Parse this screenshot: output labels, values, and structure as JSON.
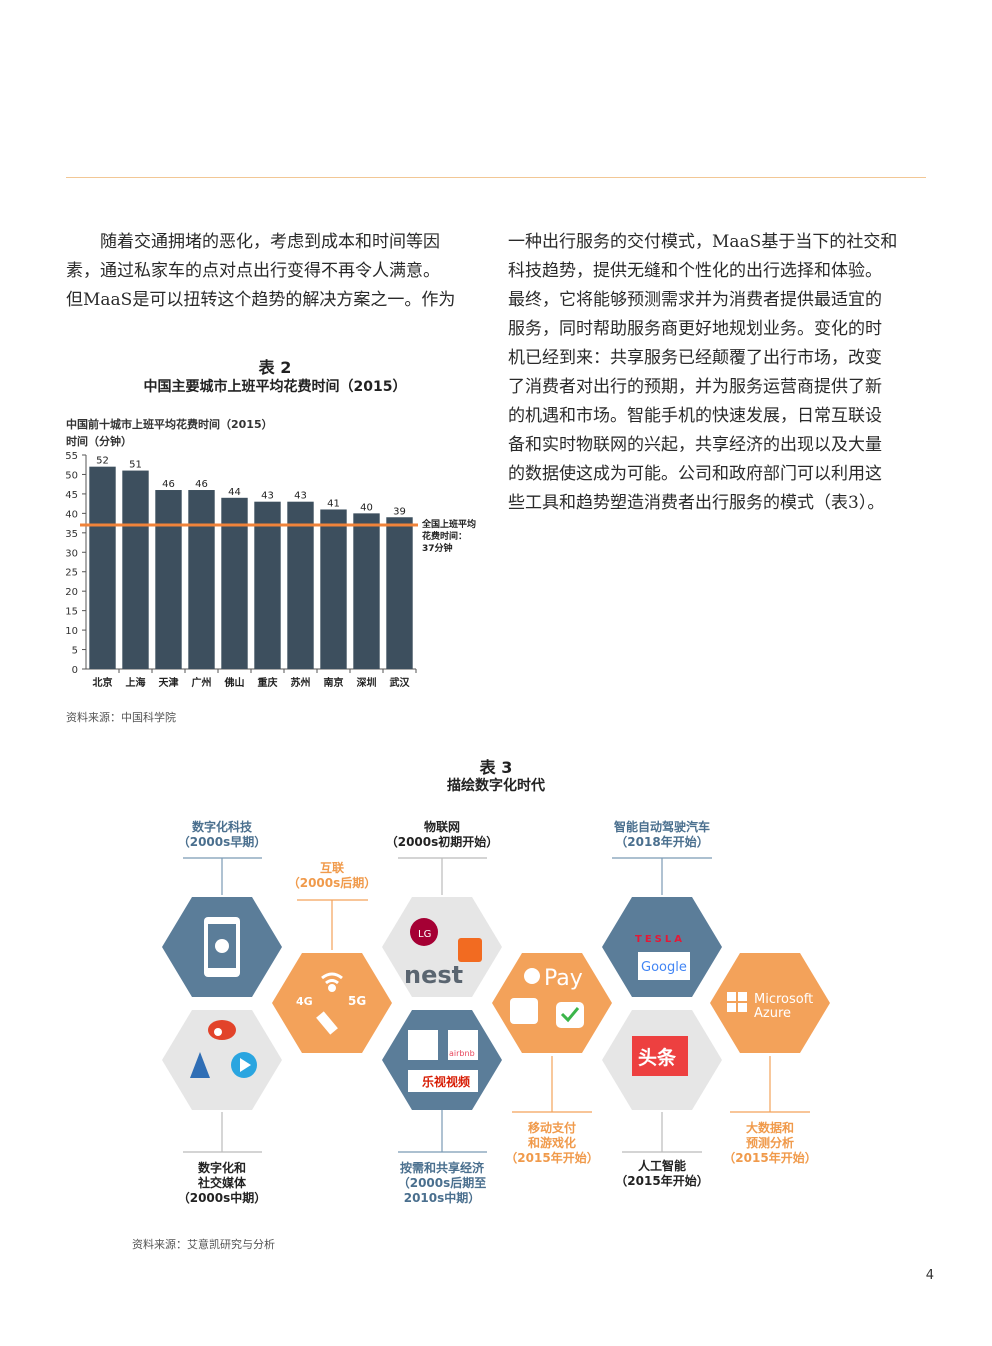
{
  "paragraphs": {
    "left": [
      "随着交通拥堵的恶化，考虑到成本和时间等因",
      "素，通过私家车的点对点出行变得不再令人满意。",
      "但MaaS是可以扭转这个趋势的解决方案之一。作为"
    ],
    "right": [
      "一种出行服务的交付模式，MaaS基于当下的社交和",
      "科技趋势，提供无缝和个性化的出行选择和体验。",
      "最终，它将能够预测需求并为消费者提供最适宜的",
      "服务，同时帮助服务商更好地规划业务。变化的时",
      "机已经到来：共享服务已经颠覆了出行市场，改变",
      "了消费者对出行的预期，并为服务运营商提供了新",
      "的机遇和市场。智能手机的快速发展，日常互联设",
      "备和实时物联网的兴起，共享经济的出现以及大量",
      "的数据使这成为可能。公司和政府部门可以利用这",
      "些工具和趋势塑造消费者出行服务的模式（表3）。"
    ]
  },
  "table2": {
    "number": "表 2",
    "title": "中国主要城市上班平均花费时间（2015）",
    "source": "资料来源：中国科学院"
  },
  "chart_data": {
    "type": "bar",
    "title": "中国前十城市上班平均花费时间（2015）",
    "ylabel": "时间（分钟）",
    "xlabel": "",
    "categories": [
      "北京",
      "上海",
      "天津",
      "广州",
      "佛山",
      "重庆",
      "苏州",
      "南京",
      "深圳",
      "武汉"
    ],
    "values": [
      52,
      51,
      46,
      46,
      44,
      43,
      43,
      41,
      40,
      39
    ],
    "ylim": [
      0,
      55
    ],
    "yticks": [
      0,
      5,
      10,
      15,
      20,
      25,
      30,
      35,
      40,
      45,
      50,
      55
    ],
    "grid": false,
    "reference_line": {
      "value": 37,
      "label_lines": [
        "全国上班平均",
        "花费时间：",
        "37分钟"
      ]
    },
    "colors": {
      "bar": "#3d4f5e",
      "reference": "#f0833a"
    }
  },
  "table3": {
    "number": "表 3",
    "title": "描绘数字化时代",
    "source": "资料来源：艾意凯研究与分析",
    "labels": {
      "digital_tech": [
        "数字化科技",
        "（2000s早期）"
      ],
      "internet": [
        "互联",
        "（2000s后期）"
      ],
      "iot": [
        "物联网",
        "（2000s初期开始）"
      ],
      "autonomous": [
        "智能自动驾驶汽车",
        "（2018年开始）"
      ],
      "social_media": [
        "数字化和",
        "社交媒体",
        "（2000s中期）"
      ],
      "sharing": [
        "按需和共享经济",
        "（2000s后期至",
        "2010s中期）"
      ],
      "mobile_pay": [
        "移动支付",
        "和游戏化",
        "（2015年开始）"
      ],
      "ai": [
        "人工智能",
        "（2015年开始）"
      ],
      "bigdata": [
        "大数据和",
        "预测分析",
        "（2015年开始）"
      ]
    },
    "logos": {
      "network": [
        "4G",
        "5G"
      ],
      "iot": [
        "nest",
        "LG"
      ],
      "sharing": [
        "airbnb",
        "乐视视频"
      ],
      "pay": [
        "Pay"
      ],
      "autonomous": [
        "TESLA",
        "Google"
      ],
      "ai": [
        "头条"
      ],
      "cloud": [
        "Microsoft",
        "Azure"
      ]
    },
    "colors": {
      "blue": "#5b7d99",
      "orange": "#f3a25a",
      "gray": "#e6e6e6"
    }
  },
  "page_number": "4"
}
